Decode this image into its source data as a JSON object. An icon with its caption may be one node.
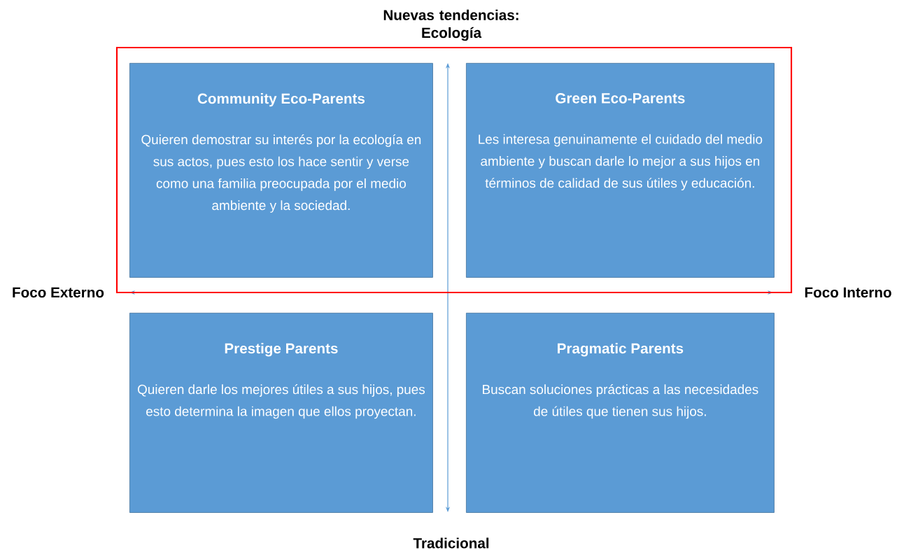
{
  "diagram": {
    "nodes": [
      {
        "text": [
          "Community Eco-Parents",
          "Quieren demostrar  su interés por la ecología en sus actos, pues esto los hace sentir y verse como una familia preocupada por el medio ambiente y la sociedad."
        ]
      },
      {
        "text": [
          "Green Eco-Parents",
          "Les interesa genuinamente el cuidado del medio ambiente y buscan darle lo mejor a sus hijos en términos de calidad de sus útiles y educación."
        ]
      },
      {
        "text": [
          "Prestige Parents",
          "Quieren darle los mejores útiles a sus hijos, pues esto determina la imagen que ellos proyectan."
        ]
      },
      {
        "text": [
          "Pragmatic Parents",
          "Buscan soluciones prácticas a las necesidades de útiles que tienen sus hijos."
        ]
      }
    ],
    "edges": [],
    "labels": [
      "Nuevas tendencias: Ecología",
      "Foco Externo",
      "Foco Interno",
      "Tradicional"
    ]
  }
}
